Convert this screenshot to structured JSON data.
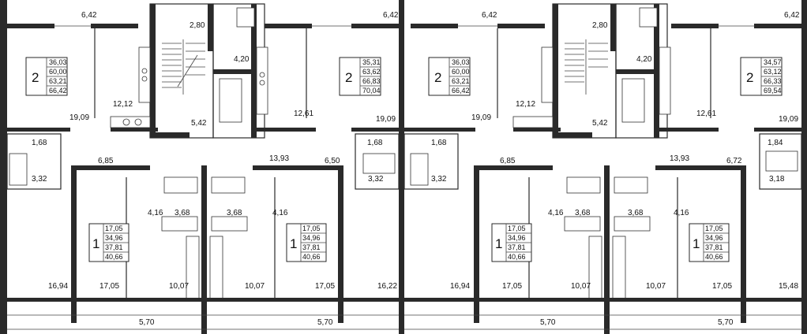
{
  "sections": [
    {
      "id": "left",
      "room_areas": {
        "top_left": "6,42",
        "top_right": "6,42",
        "stair": "2,80",
        "lobby": "4,20",
        "kitchen_left": "12,12",
        "kitchen_right": "12,61",
        "living_left": "19,09",
        "living_right": "19,09",
        "small_left": "5,42",
        "bath_left": "1,68",
        "bath_right": "1,68",
        "wc_left": "3,32",
        "wc_right": "3,32",
        "hall_left": "6,85",
        "hall_right": "6,50",
        "corridor": "13,93",
        "bath_mid_left": "3,68",
        "bath_mid_right": "3,68",
        "hall_mid_left": "4,16",
        "hall_mid_right": "4,16",
        "bottom_left": "16,94",
        "bottom_right": "16,22",
        "room_left": "17,05",
        "room_right": "17,05",
        "kitchen_mid_left": "10,07",
        "kitchen_mid_right": "10,07",
        "balcony_left": "5,70",
        "balcony_right": "5,70"
      },
      "apartments": [
        {
          "rooms": "2",
          "areas": [
            "36,03",
            "60,00",
            "63,21",
            "66,42"
          ]
        },
        {
          "rooms": "2",
          "areas": [
            "35,31",
            "63,62",
            "66,83",
            "70,04"
          ]
        },
        {
          "rooms": "1",
          "areas": [
            "17,05",
            "34,96",
            "37,81",
            "40,66"
          ]
        },
        {
          "rooms": "1",
          "areas": [
            "17,05",
            "34,96",
            "37,81",
            "40,66"
          ]
        }
      ]
    },
    {
      "id": "right",
      "room_areas": {
        "top_left": "6,42",
        "top_right": "6,42",
        "stair": "2,80",
        "lobby": "4,20",
        "kitchen_left": "12,12",
        "kitchen_right": "12,61",
        "living_left": "19,09",
        "living_right": "19,09",
        "small_left": "5,42",
        "bath_left": "1,68",
        "bath_right": "1,84",
        "wc_left": "3,32",
        "wc_right": "3,18",
        "hall_left": "6,85",
        "hall_right": "6,72",
        "corridor": "13,93",
        "bath_mid_left": "3,68",
        "bath_mid_right": "3,68",
        "hall_mid_left": "4,16",
        "hall_mid_right": "4,16",
        "bottom_left": "16,94",
        "bottom_right": "15,48",
        "room_left": "17,05",
        "room_right": "17,05",
        "kitchen_mid_left": "10,07",
        "kitchen_mid_right": "10,07",
        "balcony_left": "5,70",
        "balcony_right": "5,70"
      },
      "apartments": [
        {
          "rooms": "2",
          "areas": [
            "36,03",
            "60,00",
            "63,21",
            "66,42"
          ]
        },
        {
          "rooms": "2",
          "areas": [
            "34,57",
            "63,12",
            "66,33",
            "69,54"
          ]
        },
        {
          "rooms": "1",
          "areas": [
            "17,05",
            "34,96",
            "37,81",
            "40,66"
          ]
        },
        {
          "rooms": "1",
          "areas": [
            "17,05",
            "34,96",
            "37,81",
            "40,66"
          ]
        }
      ]
    }
  ]
}
